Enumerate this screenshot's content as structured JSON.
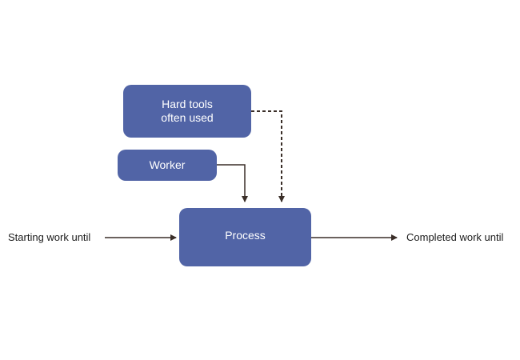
{
  "diagram": {
    "nodes": {
      "hard_tools": "Hard tools\noften used",
      "worker": "Worker",
      "process": "Process"
    },
    "labels": {
      "input": "Starting work until",
      "output": "Completed work until"
    },
    "colors": {
      "box_fill": "#5164a6",
      "box_text": "#ffffff",
      "arrow": "#3a2e28",
      "label_text": "#1c1c1c"
    },
    "edges": [
      {
        "from": "hard_tools",
        "to": "process",
        "style": "dashed"
      },
      {
        "from": "worker",
        "to": "process",
        "style": "solid"
      },
      {
        "from": "input",
        "to": "process",
        "style": "solid"
      },
      {
        "from": "process",
        "to": "output",
        "style": "solid"
      }
    ]
  }
}
